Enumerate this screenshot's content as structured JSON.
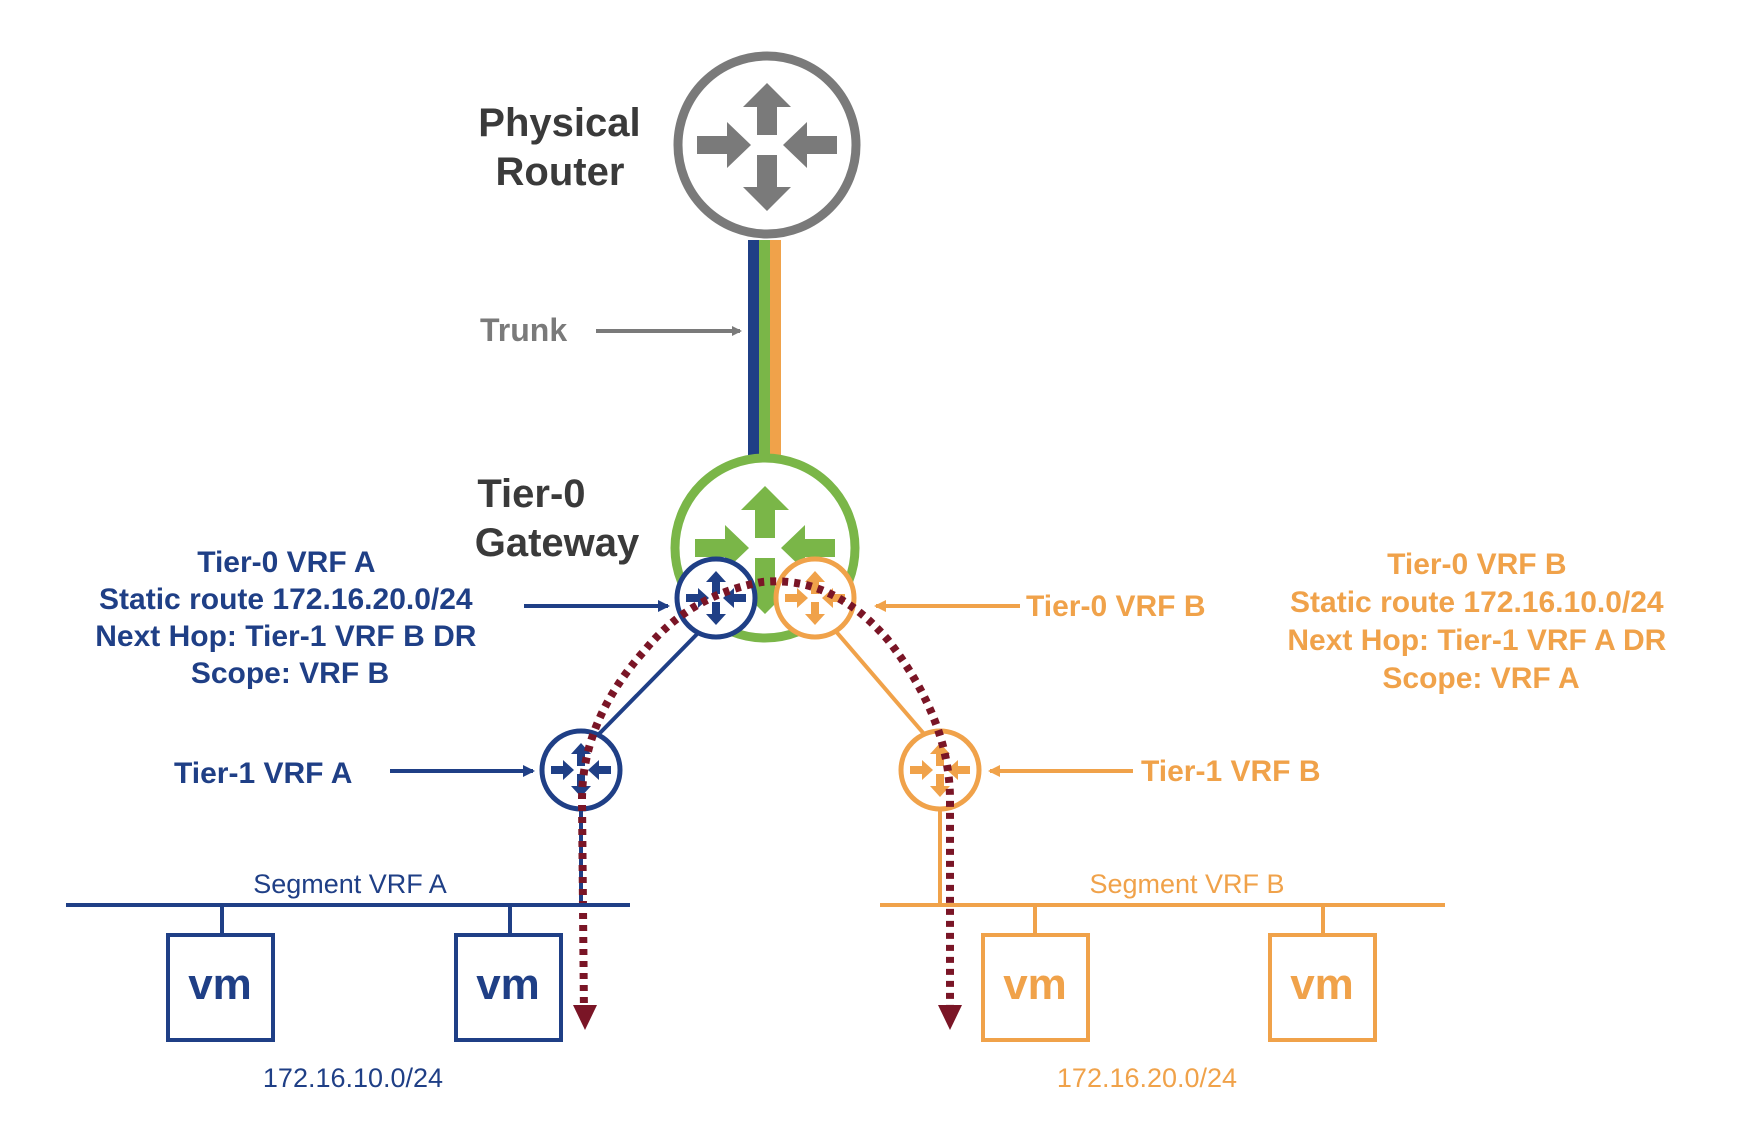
{
  "colors": {
    "gray": "#7a7a7a",
    "navy": "#1f3f86",
    "orange": "#f0a24a",
    "green": "#7ab648",
    "path": "#7a1526"
  },
  "physical_router": {
    "line1": "Physical",
    "line2": "Router"
  },
  "trunk_label": "Trunk",
  "tier0_gateway": {
    "line1": "Tier-0",
    "line2": "Gateway"
  },
  "vrf_a_info": {
    "line1": "Tier-0 VRF A",
    "line2": "Static route 172.16.20.0/24",
    "line3": "Next Hop: Tier-1 VRF B DR",
    "line4": "Scope: VRF B"
  },
  "vrf_b_label": "Tier-0 VRF B",
  "vrf_b_info": {
    "line1": "Tier-0 VRF B",
    "line2": "Static route 172.16.10.0/24",
    "line3": "Next Hop: Tier-1 VRF A DR",
    "line4": "Scope: VRF A"
  },
  "tier1_a_label": "Tier-1 VRF A",
  "tier1_b_label": "Tier-1 VRF B",
  "segment_a": {
    "label": "Segment VRF A",
    "subnet": "172.16.10.0/24"
  },
  "segment_b": {
    "label": "Segment VRF B",
    "subnet": "172.16.20.0/24"
  },
  "vm_label": "vm"
}
